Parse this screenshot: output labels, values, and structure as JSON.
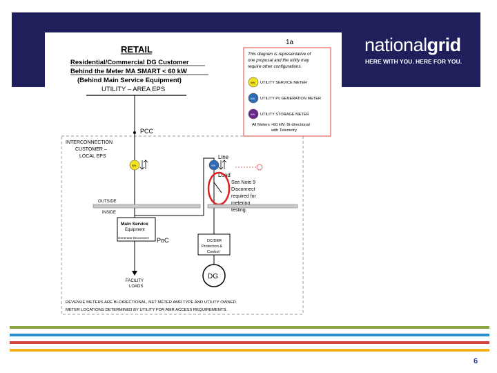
{
  "brand": {
    "name_light": "national",
    "name_bold": "grid",
    "tagline": "HERE WITH YOU. HERE FOR YOU.",
    "banner_color": "#1f1f5c"
  },
  "diagram": {
    "id_label": "1a",
    "title": "RETAIL",
    "subtitle_lines": [
      "Residential/Commercial DG Customer",
      "Behind the Meter MA SMART < 60 kW"
    ],
    "paren_line": "(Behind Main Service Equipment)",
    "utility_line": "UTILITY – AREA EPS",
    "note_box": {
      "lines": [
        "This diagram is representative of",
        "one proposal and the utility may",
        "require other configurations."
      ],
      "legend": [
        {
          "label": "UTILITY SERVICE METER",
          "color": "#f2e21f"
        },
        {
          "label": "UTILITY Pv GENERATION METER",
          "color": "#2d6bb5"
        },
        {
          "label": "UTILITY STORAGE METER",
          "color": "#6b2a8a"
        }
      ],
      "footer_lines": [
        "All Meters >60 kW; Bi-directional",
        "with Telemetry"
      ]
    },
    "meter_symbol": "Wh",
    "pcc": "PCC",
    "interconnection_lines": [
      "INTERCONNECTION",
      "CUSTOMER –",
      "LOCAL EPS"
    ],
    "line_label": "Line",
    "load_label": "Load",
    "see_note_lines": [
      "See Note 9",
      "Disconnect",
      "required for",
      "metering",
      "testing."
    ],
    "outside": "OUTSIDE",
    "inside": "INSIDE",
    "main_service_lines": [
      "Main Service",
      "Equipment"
    ],
    "generator_disconnect": "Generator Disconnect",
    "poc": "PoC",
    "dc_box_lines": [
      "DC/DER",
      "Protection &",
      "Control"
    ],
    "dg": "DG",
    "facility_lines": [
      "FACILITY",
      "LOADS"
    ],
    "footer_lines": [
      "REVENUE METERS ARE BI-DIRECTIONAL, NET METER AMR TYPE AND UTILITY OWNED.",
      "METER LOCATIONS DETERMINED BY UTILITY FOR AMR ACCESS REQUIREMENTS."
    ]
  },
  "stripes": [
    {
      "color": "#8aa83f"
    },
    {
      "color": "#2a8fcf"
    },
    {
      "color": "#d2443a"
    },
    {
      "color": "#f4b21d"
    }
  ],
  "page_number": "6"
}
